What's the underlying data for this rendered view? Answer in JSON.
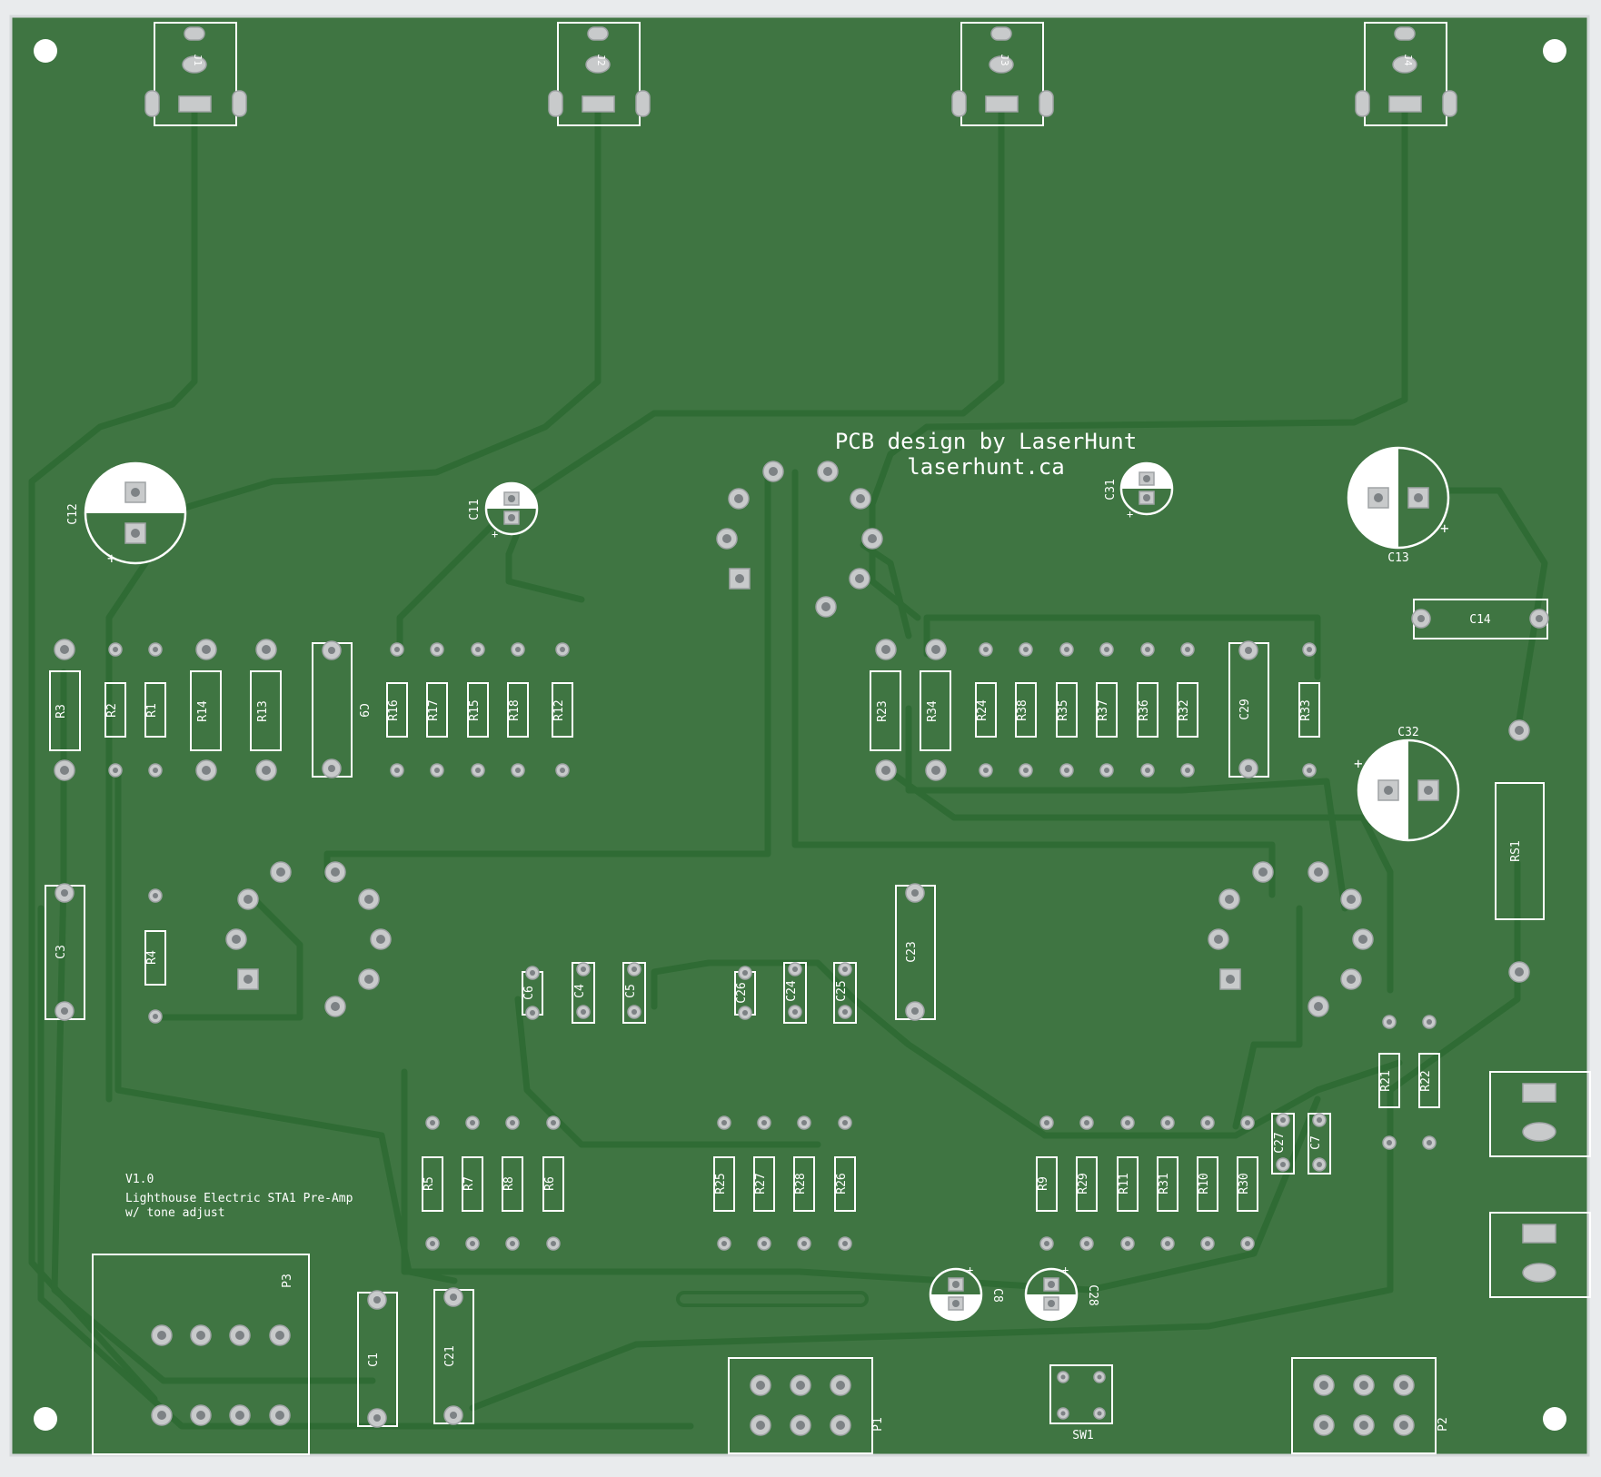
{
  "board": {
    "colors": {
      "background": "#e9ebed",
      "pcb": "#3f7542",
      "trace": "#2f6b34",
      "silkscreen": "#ffffff",
      "pad": "#c8cacb"
    },
    "credit": {
      "line1": "PCB design by LaserHunt",
      "line2": "laserhunt.ca"
    },
    "info": {
      "version": "V1.0",
      "title": "Lighthouse Electric STA1 Pre-Amp",
      "subtitle": "w/ tone adjust"
    },
    "jacks": [
      "J1",
      "J2",
      "J3",
      "J4"
    ],
    "resistors": [
      "R3",
      "R2",
      "R1",
      "R14",
      "R13",
      "R16",
      "R17",
      "R15",
      "R18",
      "R12",
      "R23",
      "R34",
      "R24",
      "R38",
      "R35",
      "R37",
      "R36",
      "R32",
      "R33",
      "R4",
      "R5",
      "R7",
      "R8",
      "R6",
      "R25",
      "R27",
      "R28",
      "R26",
      "R9",
      "R29",
      "R11",
      "R31",
      "R10",
      "R30",
      "R21",
      "R22",
      "RS1"
    ],
    "capacitors": [
      "C12",
      "C11",
      "C31",
      "C13",
      "C14",
      "C9",
      "C29",
      "C32",
      "C3",
      "C6",
      "C4",
      "C5",
      "C26",
      "C24",
      "C25",
      "C23",
      "C27",
      "C7",
      "C8",
      "C28",
      "C1",
      "C21"
    ],
    "headers": [
      "P3",
      "P1",
      "P2"
    ],
    "switches": [
      "SW1"
    ]
  }
}
